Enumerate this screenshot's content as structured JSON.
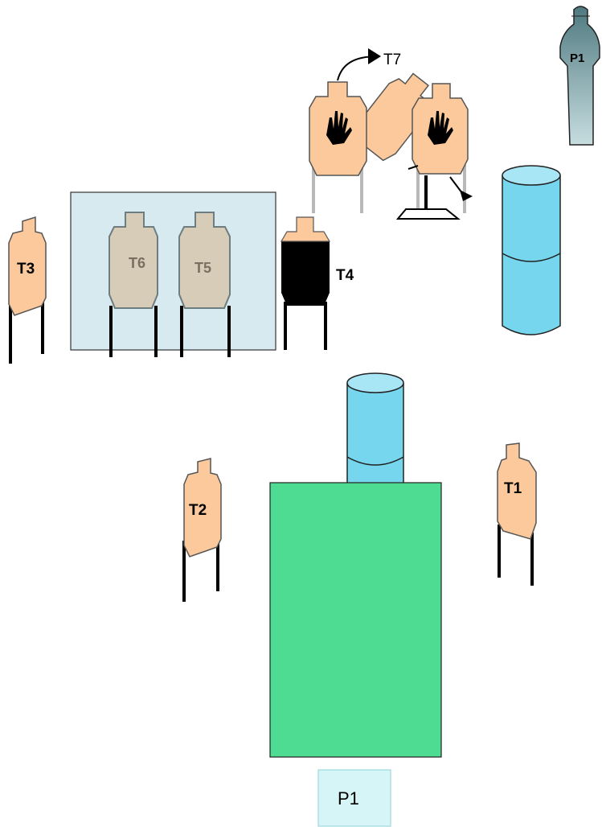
{
  "stage": {
    "labels": {
      "t1": "T1",
      "t2": "T2",
      "t3": "T3",
      "t4": "T4",
      "t5": "T5",
      "t6": "T6",
      "t7": "T7",
      "p1_top": "P1",
      "p1_start": "P1"
    },
    "colors": {
      "target_tan": "#fbc99c",
      "hardcover_black": "#000000",
      "noshoot_grey": "#d7ccb8",
      "barrel_blue": "#75d6ee",
      "wall_green": "#4ddc92",
      "soft_cover": "#d7eaf0",
      "popper_slate": "#6b9aa0",
      "start_box": "#d5f5f7"
    },
    "icons": [
      "hand-noshoot-icon",
      "hand-noshoot-icon"
    ]
  }
}
